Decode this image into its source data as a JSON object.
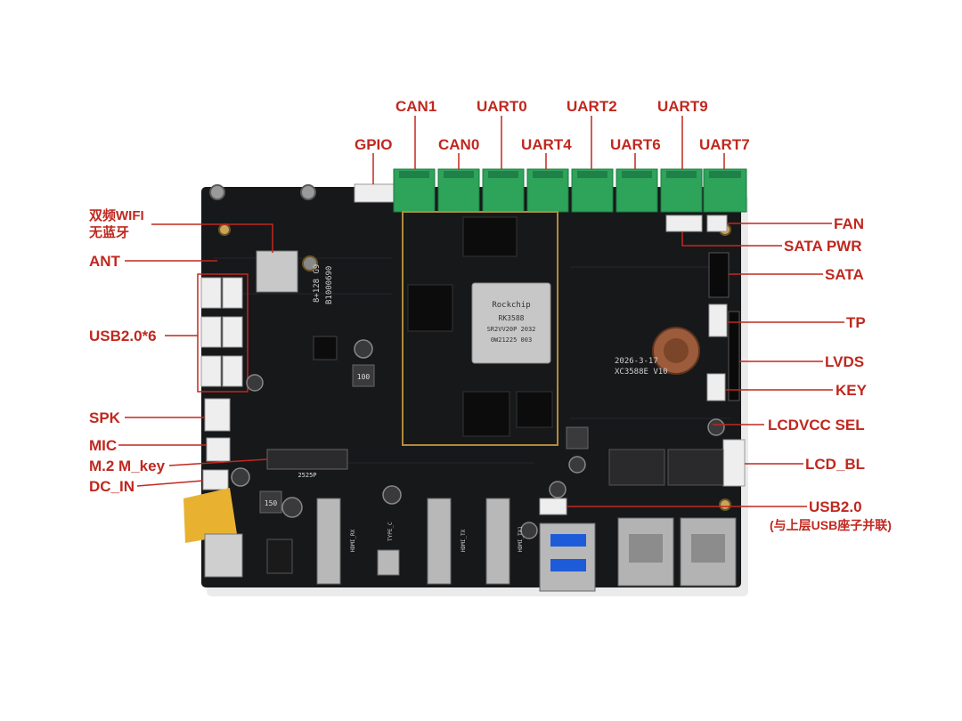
{
  "colors": {
    "label": "#c0281f",
    "board": "#17181a",
    "terminal": "#2ea35a",
    "connector": "#eeeeee",
    "metal": "#b8b8b8"
  },
  "top_labels": [
    {
      "id": "can1",
      "text": "CAN1"
    },
    {
      "id": "uart0",
      "text": "UART0"
    },
    {
      "id": "uart2",
      "text": "UART2"
    },
    {
      "id": "uart9",
      "text": "UART9"
    },
    {
      "id": "gpio",
      "text": "GPIO"
    },
    {
      "id": "can0",
      "text": "CAN0"
    },
    {
      "id": "uart4",
      "text": "UART4"
    },
    {
      "id": "uart6",
      "text": "UART6"
    },
    {
      "id": "uart7",
      "text": "UART7"
    }
  ],
  "left_labels": [
    {
      "id": "wifi",
      "line1": "双频WIFI",
      "line2": "无蓝牙"
    },
    {
      "id": "ant",
      "text": "ANT"
    },
    {
      "id": "usb2x6",
      "text": "USB2.0*6"
    },
    {
      "id": "spk",
      "text": "SPK"
    },
    {
      "id": "mic",
      "text": "MIC"
    },
    {
      "id": "m2",
      "text": "M.2 M_key"
    },
    {
      "id": "dcin",
      "text": "DC_IN"
    }
  ],
  "right_labels": [
    {
      "id": "fan",
      "text": "FAN"
    },
    {
      "id": "satapwr",
      "text": "SATA PWR"
    },
    {
      "id": "sata",
      "text": "SATA"
    },
    {
      "id": "tp",
      "text": "TP"
    },
    {
      "id": "lvds",
      "text": "LVDS"
    },
    {
      "id": "key",
      "text": "KEY"
    },
    {
      "id": "lcdvcc",
      "text": "LCDVCC SEL"
    },
    {
      "id": "lcdbl",
      "text": "LCD_BL"
    },
    {
      "id": "usb20",
      "text": "USB2.0",
      "note": "(与上层USB座子并联)"
    }
  ],
  "board": {
    "soc_brand": "Rockchip",
    "soc_model": "RK3588",
    "soc_lines": [
      "SR2VV20P 2032",
      "0W21225 003"
    ],
    "model_label": "XC3588E V10",
    "date_label": "2026-3-17",
    "serial_label": "B1000690",
    "serial_label2": "8+128 G9",
    "m2_label": "2525P",
    "hdmi_rx": "HDMI_RX",
    "hdmi_tx": "HDMI_TX",
    "hdmi_tx1": "HDMI_TX1",
    "type_c": "TYPE_C",
    "mark_100": "100",
    "mark_150": "150"
  }
}
